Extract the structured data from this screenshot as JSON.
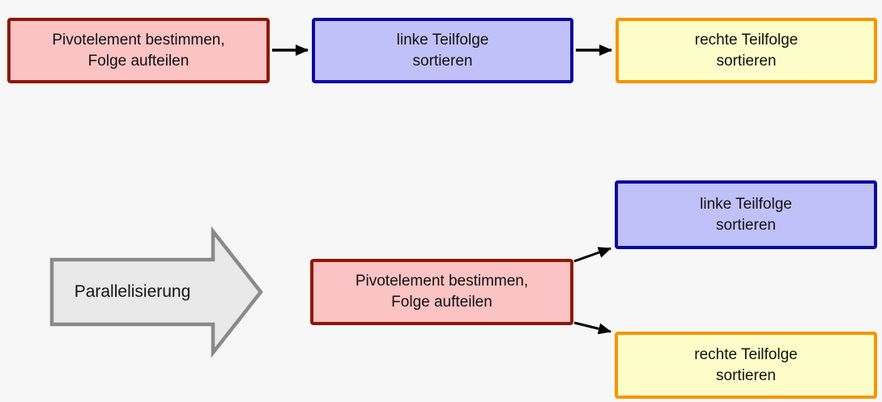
{
  "diagram": {
    "description_visible_text_only": "",
    "sequential": {
      "steps": [
        {
          "id": "pivot",
          "variant": "red",
          "lines": [
            "Pivotelement bestimmen,",
            "Folge aufteilen"
          ]
        },
        {
          "id": "left",
          "variant": "blue",
          "lines": [
            "linke Teilfolge",
            "sortieren"
          ]
        },
        {
          "id": "right",
          "variant": "yellow",
          "lines": [
            "rechte Teilfolge",
            "sortieren"
          ]
        }
      ]
    },
    "transform_arrow": {
      "label": "Parallelisierung"
    },
    "parallel": {
      "root": {
        "variant": "red",
        "lines": [
          "Pivotelement bestimmen,",
          "Folge aufteilen"
        ]
      },
      "branches": [
        {
          "variant": "blue",
          "lines": [
            "linke Teilfolge",
            "sortieren"
          ]
        },
        {
          "variant": "yellow",
          "lines": [
            "rechte Teilfolge",
            "sortieren"
          ]
        }
      ]
    }
  },
  "colors": {
    "background": "#f7f7f7",
    "pivot_fill": "#fbc3c3",
    "pivot_border": "#8f1808",
    "left_fill": "#c1c1f9",
    "left_border": "#0a0a9e",
    "right_fill": "#fdfdc9",
    "right_border": "#f79400",
    "transform_arrow_fill": "#e9e9e9",
    "transform_arrow_border": "#8a8a8a",
    "connector": "#000000",
    "text": "#111111"
  }
}
